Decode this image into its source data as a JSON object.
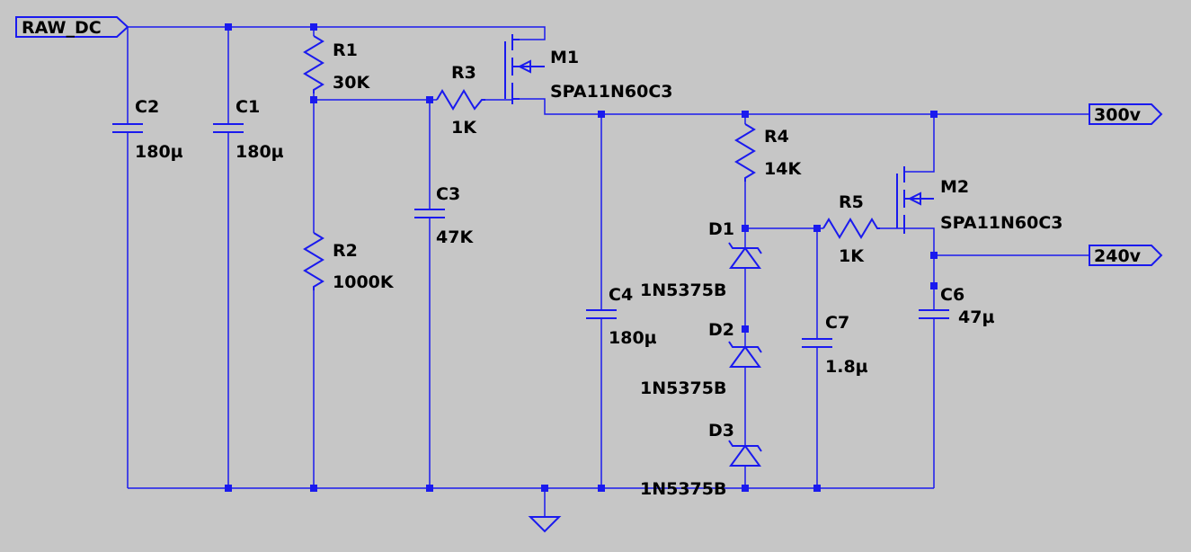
{
  "ports": {
    "raw_dc": "RAW_DC",
    "v300": "300v",
    "v240": "240v"
  },
  "components": {
    "C1": {
      "ref": "C1",
      "value": "180µ"
    },
    "C2": {
      "ref": "C2",
      "value": "180µ"
    },
    "C3": {
      "ref": "C3",
      "value": "47K"
    },
    "C4": {
      "ref": "C4",
      "value": "180µ"
    },
    "C6": {
      "ref": "C6",
      "value": "47µ"
    },
    "C7": {
      "ref": "C7",
      "value": "1.8µ"
    },
    "R1": {
      "ref": "R1",
      "value": "30K"
    },
    "R2": {
      "ref": "R2",
      "value": "1000K"
    },
    "R3": {
      "ref": "R3",
      "value": "1K"
    },
    "R4": {
      "ref": "R4",
      "value": "14K"
    },
    "R5": {
      "ref": "R5",
      "value": "1K"
    },
    "M1": {
      "ref": "M1",
      "value": "SPA11N60C3"
    },
    "M2": {
      "ref": "M2",
      "value": "SPA11N60C3"
    },
    "D1": {
      "ref": "D1",
      "value": "1N5375B"
    },
    "D2": {
      "ref": "D2",
      "value": "1N5375B"
    },
    "D3": {
      "ref": "D3",
      "value": "1N5375B"
    }
  },
  "colors": {
    "background": "#c6c6c6",
    "wire": "#1a1aee",
    "text": "#000000"
  }
}
